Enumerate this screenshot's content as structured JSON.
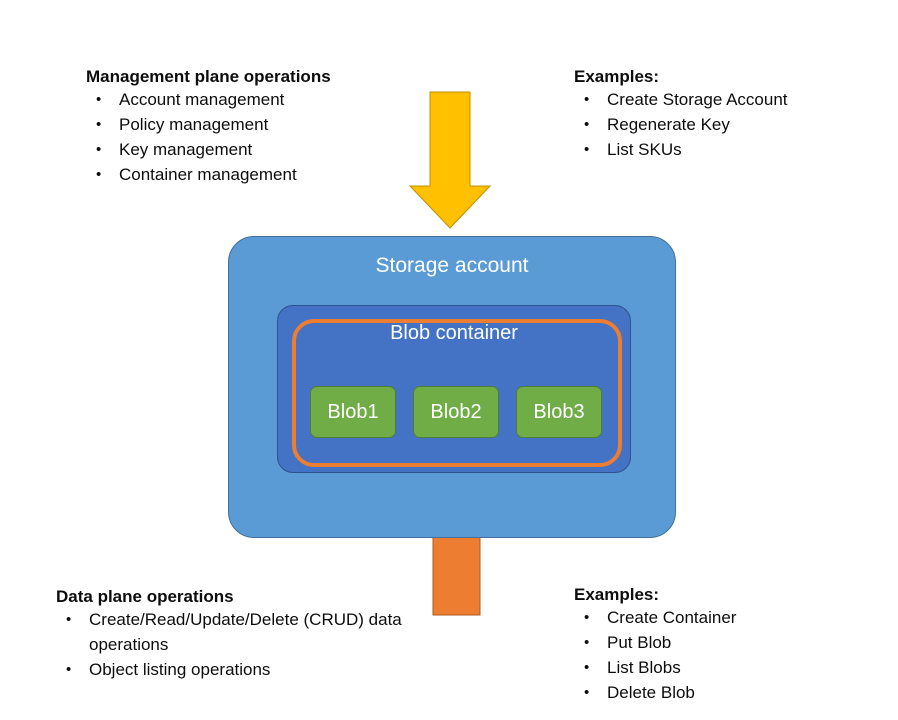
{
  "management_plane": {
    "title": "Management plane operations",
    "items": [
      "Account management",
      "Policy management",
      "Key management",
      "Container management"
    ]
  },
  "management_examples": {
    "title": "Examples:",
    "items": [
      "Create Storage Account",
      "Regenerate Key",
      "List SKUs"
    ]
  },
  "data_plane": {
    "title": "Data plane operations",
    "items": [
      "Create/Read/Update/Delete  (CRUD) data operations",
      "Object listing operations"
    ]
  },
  "data_examples": {
    "title": "Examples:",
    "items": [
      "Create Container",
      "Put Blob",
      "List Blobs",
      "Delete Blob"
    ]
  },
  "diagram": {
    "storage_account_label": "Storage account",
    "blob_container_label": "Blob container",
    "blobs": [
      "Blob1",
      "Blob2",
      "Blob3"
    ],
    "arrows": {
      "management_arrow": "down-arrow-icon",
      "data_arrow": "up-arrow-icon"
    },
    "colors": {
      "storage_account_fill": "#5B9BD5",
      "storage_account_stroke": "#41719C",
      "blob_container_fill": "#4472C4",
      "blob_container_stroke": "#2F528F",
      "blob_fill": "#70AD47",
      "blob_stroke": "#507E32",
      "data_plane_outline": "#ED7D31",
      "management_arrow_fill": "#FFC000",
      "management_arrow_stroke": "#BF9000",
      "data_arrow_fill": "#ED7D31",
      "data_arrow_stroke": "#AE5A21",
      "text_on_shape": "#FFFFFF",
      "body_text": "#0D0D0D"
    }
  }
}
